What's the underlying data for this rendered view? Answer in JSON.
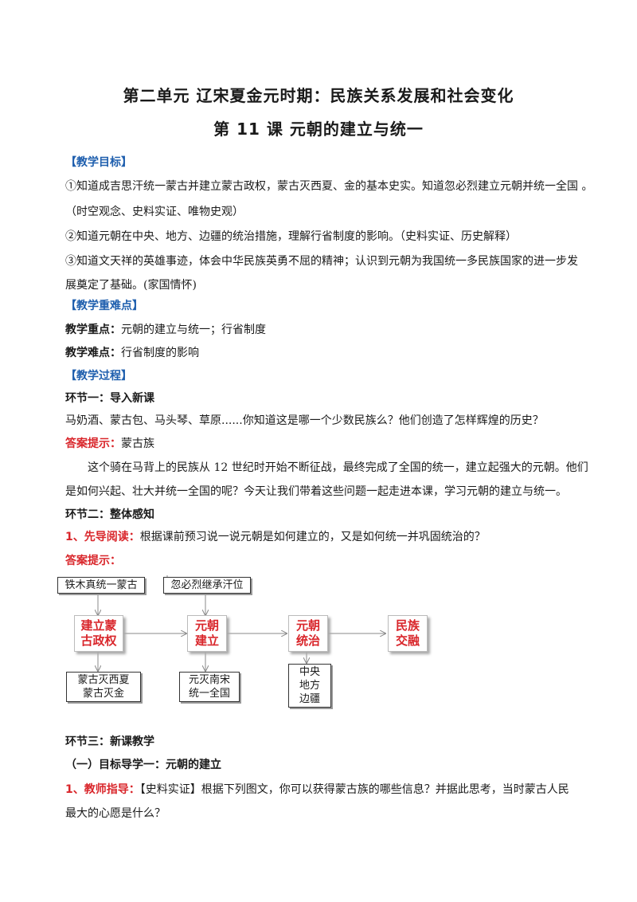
{
  "header": {
    "unit_title": "第二单元  辽宋夏金元时期：民族关系发展和社会变化",
    "lesson_title": "第 11 课    元朝的建立与统一"
  },
  "objectives": {
    "heading": "【教学目标】",
    "item1_line1": "①知道成吉思汗统一蒙古并建立蒙古政权，蒙古灭西夏、金的基本史实。知道忽必烈建立元朝并统一全国 。",
    "item1_line2": "（时空观念、史料实证、唯物史观）",
    "item2": "②知道元朝在中央、地方、边疆的统治措施，理解行省制度的影响。（史料实证、历史解释）",
    "item3_line1": "③知道文天祥的英雄事迹，体会中华民族英勇不屈的精神；认识到元朝为我国统一多民族国家的进一步发",
    "item3_line2": "展奠定了基础。(家国情怀)"
  },
  "key_points": {
    "heading": "【教学重难点】",
    "focus_label": "教学重点：",
    "focus_text": "元朝的建立与统一；行省制度",
    "difficulty_label": "教学难点：",
    "difficulty_text": "行省制度的影响"
  },
  "process": {
    "heading": "【教学过程】",
    "step1_title": "环节一：导入新课",
    "step1_question": "马奶酒、蒙古包、马头琴、草原......你知道这是哪一个少数民族么？他们创造了怎样辉煌的历史？",
    "answer_label": "答案提示：",
    "step1_answer": "蒙古族",
    "step1_para_line1": "这个骑在马背上的民族从 12 世纪时开始不断征战，最终完成了全国的统一，建立起强大的元朝。他们",
    "step1_para_line2": "是如何兴起、壮大并统一全国的呢？今天让我们带着这些问题一起走进本课，学习元朝的建立与统一。",
    "step2_title": "环节二：整体感知",
    "step2_q_label": "1、先导阅读：",
    "step2_q_text": "根据课前预习说一说元朝是如何建立的，又是如何统一并巩固统治的？",
    "step2_answer_label": "答案提示：",
    "step3_title": "环节三：新课教学",
    "step3_sub": "（一）目标导学一：元朝的建立",
    "step3_q_label": "1、教师指导：",
    "step3_q_line1": "【史料实证】根据下列图文，你可以获得蒙古族的哪些信息？并据此思考，当时蒙古人民",
    "step3_q_line2": "最大的心愿是什么？"
  },
  "diagram": {
    "top1": "铁木真统一蒙古",
    "top2": "忽必烈继承汗位",
    "main1_l1": "建立蒙",
    "main1_l2": "古政权",
    "main2_l1": "元朝",
    "main2_l2": "建立",
    "main3_l1": "元朝",
    "main3_l2": "统治",
    "main4_l1": "民族",
    "main4_l2": "交融",
    "bottom1_l1": "蒙古灭西夏",
    "bottom1_l2": "蒙古灭金",
    "bottom2_l1": "元灭南宋",
    "bottom2_l2": "统一全国",
    "bottom3_l1": "中央",
    "bottom3_l2": "地方",
    "bottom3_l3": "边疆"
  },
  "colors": {
    "heading_blue": "#1f5fae",
    "label_red": "#d9262b"
  }
}
